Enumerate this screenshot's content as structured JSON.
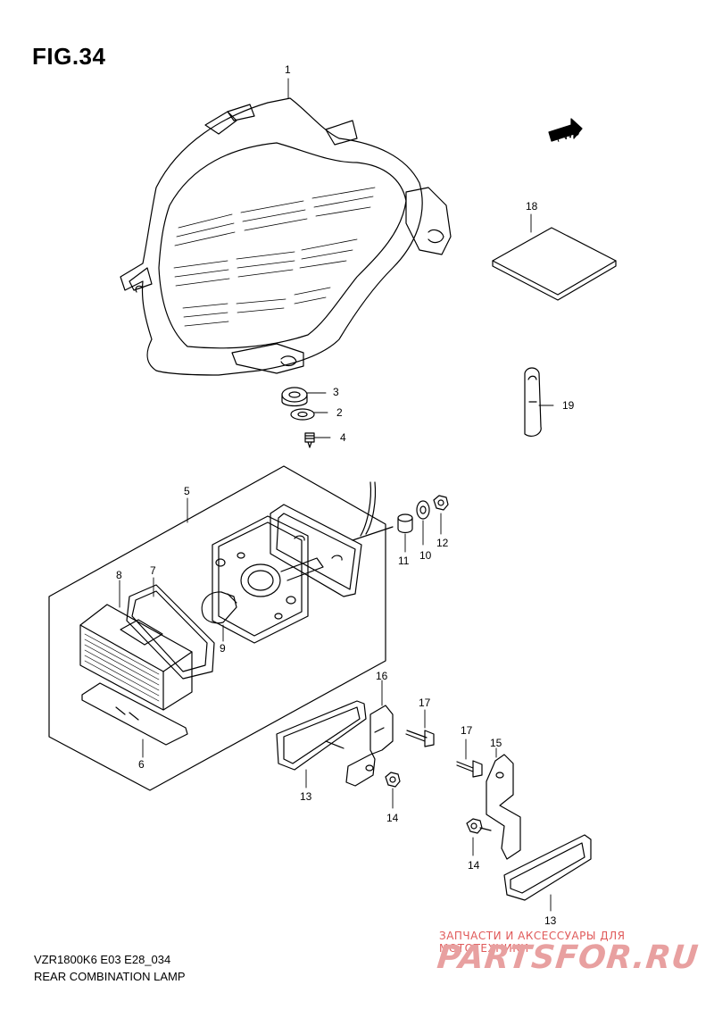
{
  "figure": {
    "title": "FIG.34",
    "model_code": "VZR1800K6 E03 E28_034",
    "caption": "REAR COMBINATION LAMP",
    "fwd_label": "FWD"
  },
  "watermark": {
    "tagline": "ЗАПЧАСТИ И АКСЕССУАРЫ ДЛЯ МОТОТЕХНИКИ",
    "brand": "PARTSFOR.RU"
  },
  "callouts": [
    "1",
    "2",
    "3",
    "4",
    "5",
    "6",
    "7",
    "8",
    "9",
    "10",
    "11",
    "12",
    "13",
    "13",
    "14",
    "14",
    "15",
    "16",
    "17",
    "17",
    "18",
    "19"
  ]
}
